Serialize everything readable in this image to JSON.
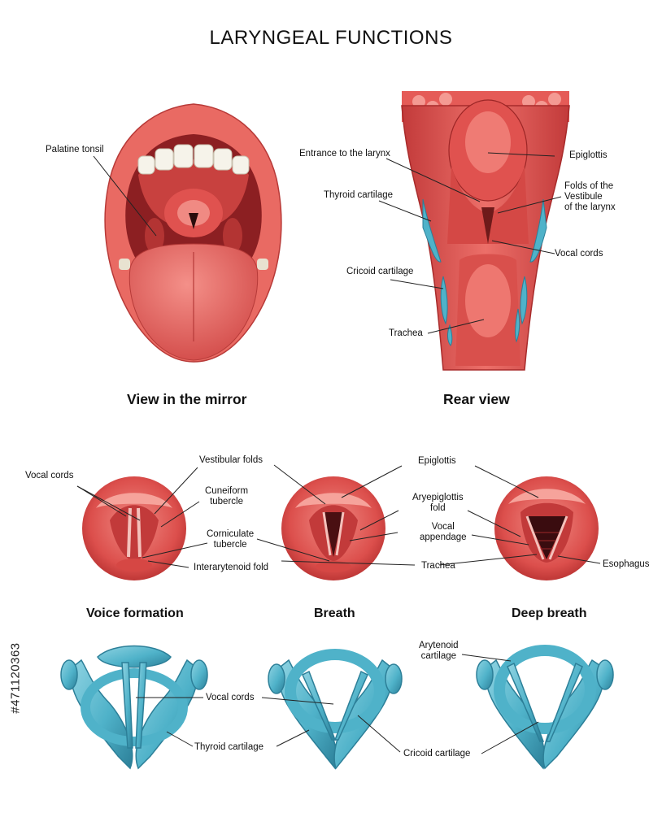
{
  "title": "LARYNGEAL FUNCTIONS",
  "stock_id": "#471120363",
  "colors": {
    "tissue": "#e0524f",
    "tissue_dark": "#b82e2e",
    "tissue_light": "#f08a83",
    "lip": "#e96a63",
    "tooth": "#f6f3ea",
    "cartilage": "#4fb2c9",
    "cartilage_dark": "#2c7f98",
    "line": "#222222"
  },
  "panels": {
    "mirror": {
      "caption": "View in the mirror",
      "labels": {
        "palatine_tonsil": "Palatine tonsil"
      }
    },
    "rear": {
      "caption": "Rear view",
      "labels": {
        "entrance": "Entrance to the larynx",
        "thyroid": "Thyroid cartilage",
        "cricoid": "Cricoid cartilage",
        "trachea": "Trachea",
        "epiglottis": "Epiglottis",
        "folds": "Folds of the\nVestibule\nof the larynx",
        "vocal_cords": "Vocal cords"
      }
    },
    "glottis": {
      "captions": {
        "voice": "Voice formation",
        "breath": "Breath",
        "deep": "Deep breath"
      },
      "labels": {
        "vocal_cords": "Vocal cords",
        "vestibular_folds": "Vestibular folds",
        "cuneiform": "Cuneiform\ntubercle",
        "corniculate": "Corniculate\ntubercle",
        "interarytenoid": "Interarytenoid fold",
        "epiglottis": "Epiglottis",
        "aryepiglottis": "Aryepiglottis\nfold",
        "vocal_appendage": "Vocal\nappendage",
        "trachea": "Trachea",
        "esophagus": "Esophagus"
      }
    },
    "cartilages": {
      "labels": {
        "arytenoid": "Arytenoid\ncartilage",
        "vocal_cords": "Vocal cords",
        "thyroid": "Thyroid cartilage",
        "cricoid": "Cricoid cartilage"
      }
    }
  }
}
